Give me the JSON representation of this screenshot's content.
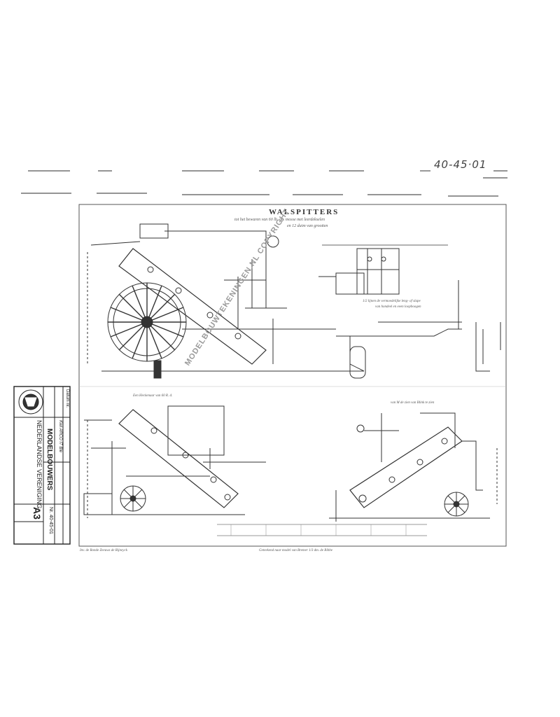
{
  "handwritten_ref": "40-45·01",
  "drawing": {
    "title": "WALSPITTERS",
    "subtitle": "tot het bewaren van 60 lb. ag. mosse met leerdekselen",
    "subtitle2": "en 12 duim van grootten",
    "caption_top_right": "1/2 lijnen de vermoedelijke leng- of slape",
    "caption_top_right2": "van hondeel en eeen loopboogen",
    "caption_bottom_left_view": "Een Heckenaar van 60 R. d.",
    "caption_bottom_right_view": "van M de zien van Blink te zien"
  },
  "footer": {
    "left_note": "Inv. de Ronde Zeeuws de Rijneyck",
    "center_note": "Geteekend naar model van Bremer 1/3 dm. de Ribbe"
  },
  "watermark": "MODELBOUWTEKENINGEN.NL COPYRIGHT",
  "title_block": {
    "org_line1": "NEDERLANDSE VERENIGING",
    "org_line2": "MODELBOUWERS",
    "field_datum": "Datum nr.",
    "field_kiel": "Kiel ARCO IT Ble",
    "sheet_size": "A3",
    "number": "Nr. 40-45-01"
  }
}
